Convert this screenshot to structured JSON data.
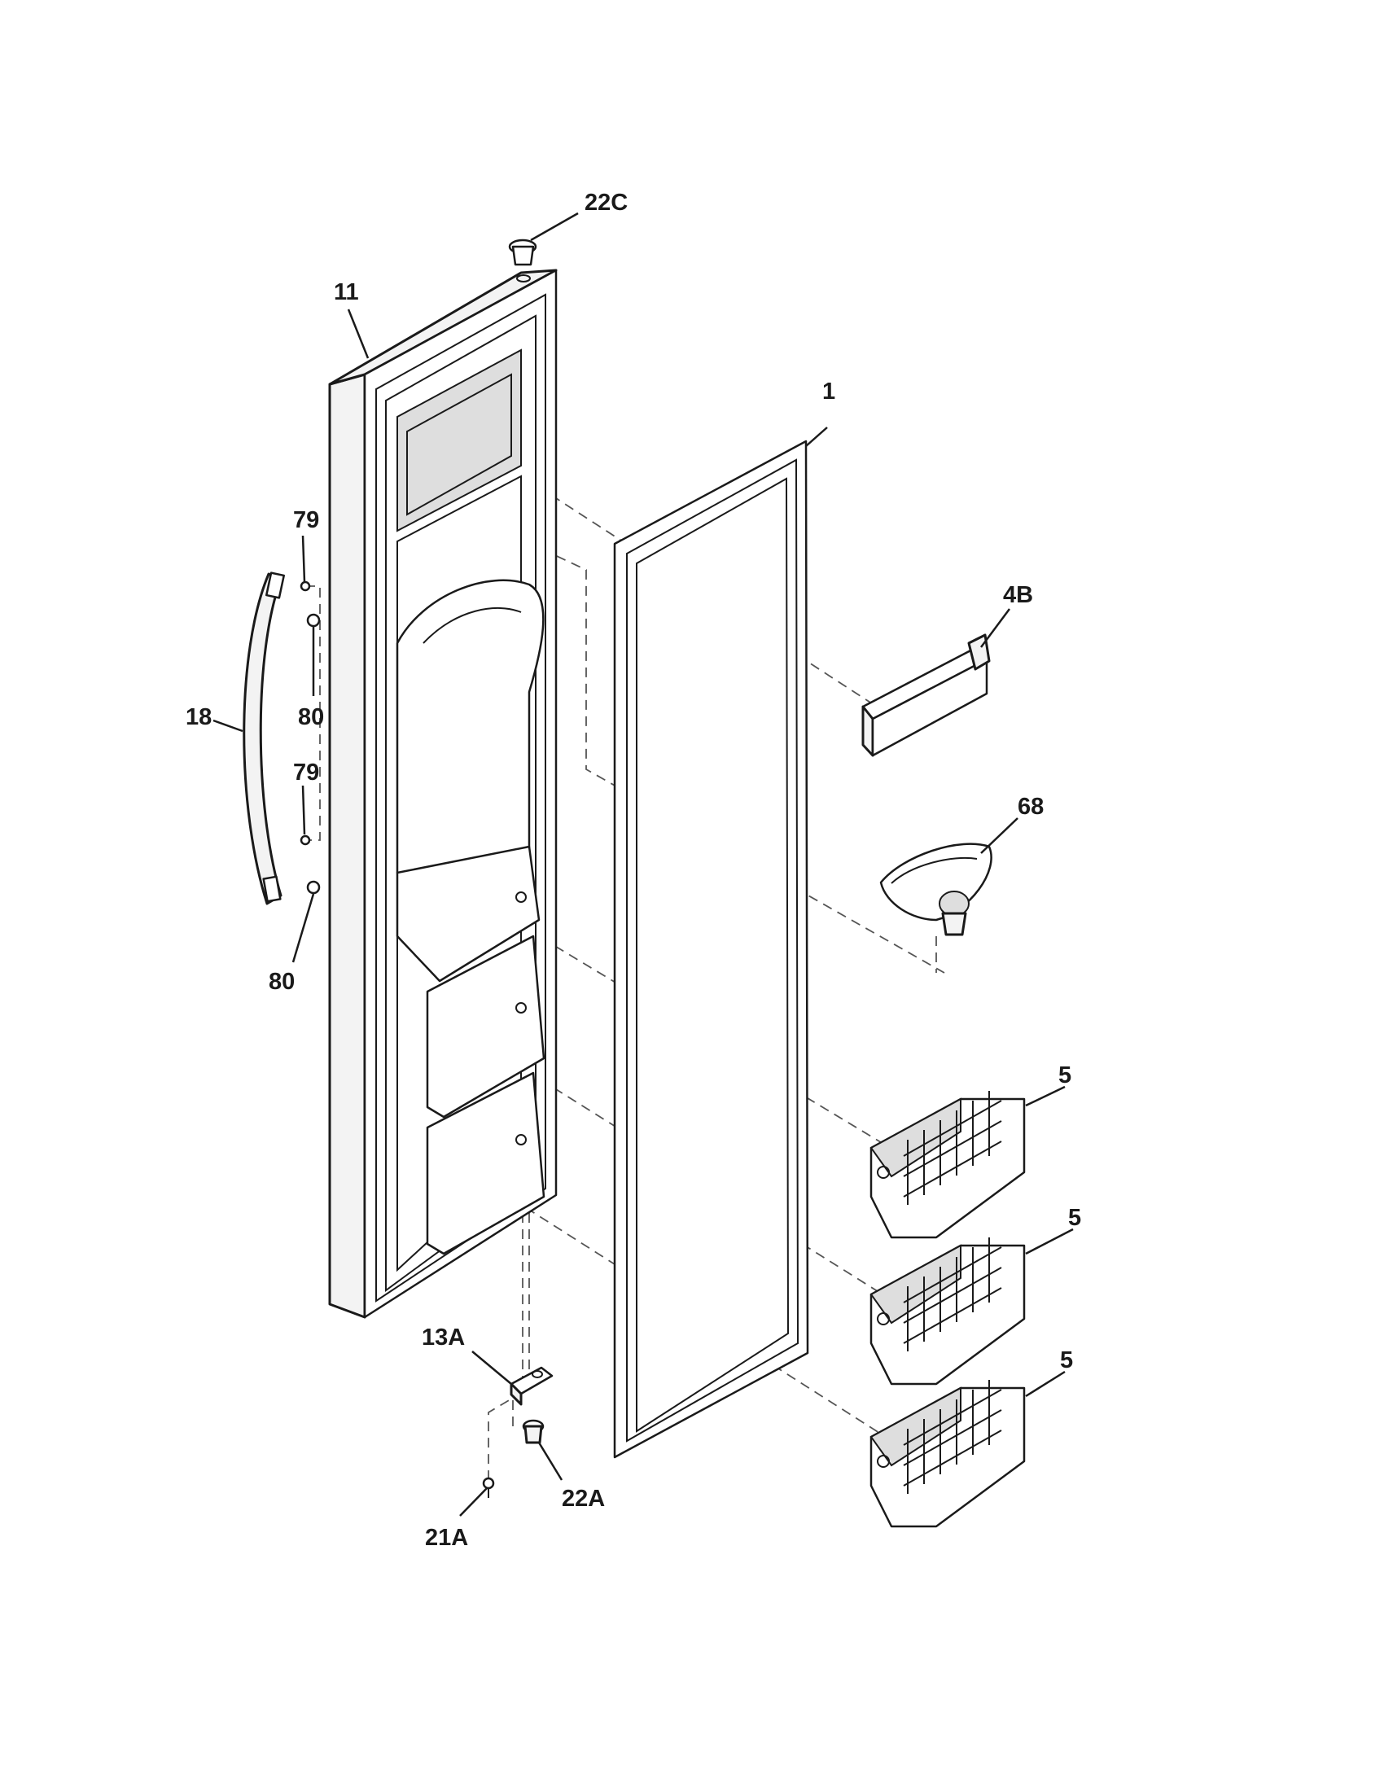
{
  "callouts": {
    "c_22c": "22C",
    "c_11": "11",
    "c_1": "1",
    "c_79_top": "79",
    "c_80_top": "80",
    "c_18": "18",
    "c_79_bottom": "79",
    "c_80_bottom": "80",
    "c_4b": "4B",
    "c_68": "68",
    "c_5_a": "5",
    "c_5_b": "5",
    "c_5_c": "5",
    "c_13a": "13A",
    "c_22a": "22A",
    "c_21a": "21A"
  }
}
